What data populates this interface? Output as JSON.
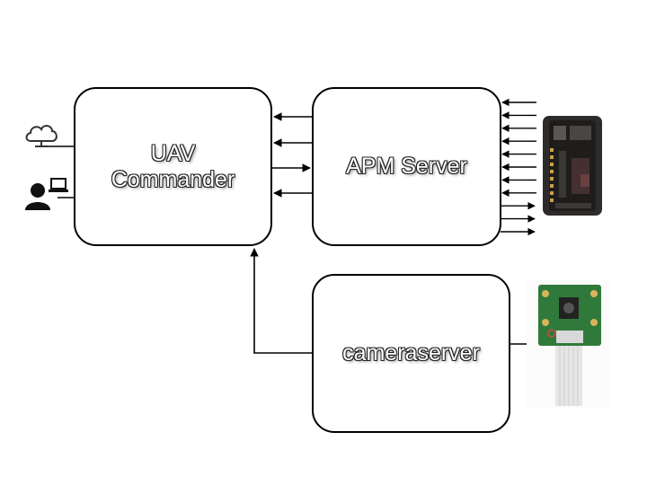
{
  "nodes": {
    "uav_commander": {
      "label": "UAV\nCommander"
    },
    "apm_server": {
      "label": "APM Server"
    },
    "cameraserver": {
      "label": "cameraserver"
    }
  },
  "icons": {
    "cloud": "cloud-icon",
    "user": "user-icon",
    "laptop": "laptop-icon",
    "flight_controller": "flight-controller-board-icon",
    "camera_module": "camera-module-icon"
  },
  "colors": {
    "line": "#000000",
    "label_text": "#ffffff",
    "board_dark": "#2e2b2b",
    "camera_pcb": "#2f7a3a"
  }
}
